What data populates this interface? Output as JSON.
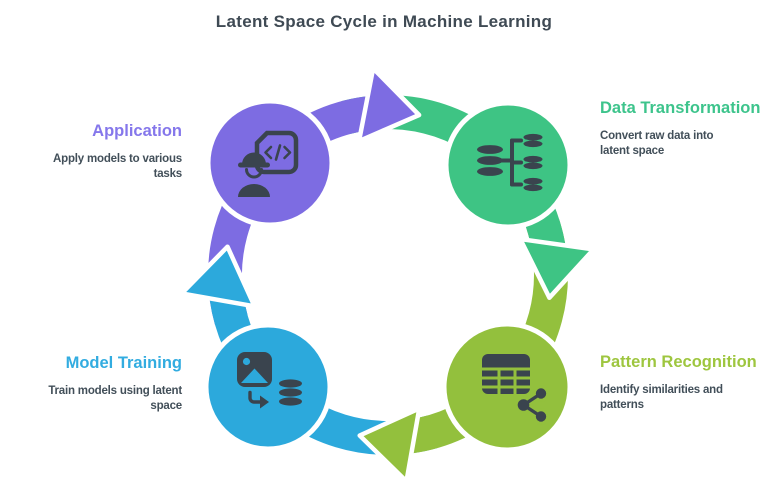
{
  "title": "Latent Space Cycle in Machine Learning",
  "colors": {
    "purple": "#7D6CE2",
    "green": "#3EC484",
    "olive": "#93C03D",
    "blue": "#2CA9DC",
    "heading_purple": "#8577EB",
    "heading_green": "#3DC48C",
    "heading_olive": "#9EC63F",
    "heading_blue": "#32ACE0",
    "text_dark": "#424F59",
    "title_dark": "#3F4A54",
    "icon": "#3A444E",
    "outline": "#FFFFFF"
  },
  "nodes": [
    {
      "id": "application",
      "label": "Application",
      "description": "Apply models to various\ntasks",
      "icon": "engineer-code-icon",
      "color": "#7D6CE2"
    },
    {
      "id": "data-transformation",
      "label": "Data Transformation",
      "description": "Convert raw data into\nlatent space",
      "icon": "database-split-icon",
      "color": "#3EC484"
    },
    {
      "id": "pattern-recognition",
      "label": "Pattern Recognition",
      "description": "Identify similarities and\npatterns",
      "icon": "table-share-icon",
      "color": "#93C03D"
    },
    {
      "id": "model-training",
      "label": "Model Training",
      "description": "Train models using latent\nspace",
      "icon": "image-to-database-icon",
      "color": "#2CA9DC"
    }
  ],
  "cycle_order": [
    "Application",
    "Data Transformation",
    "Pattern Recognition",
    "Model Training"
  ]
}
